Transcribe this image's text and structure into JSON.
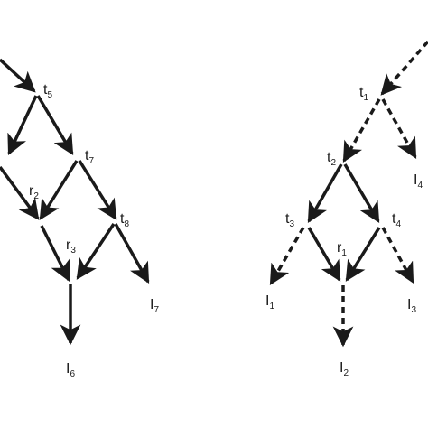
{
  "diagram": {
    "labels": {
      "t5": {
        "base": "t",
        "sub": "5"
      },
      "t7": {
        "base": "t",
        "sub": "7"
      },
      "r2": {
        "base": "r",
        "sub": "2"
      },
      "t8": {
        "base": "t",
        "sub": "8"
      },
      "r3": {
        "base": "r",
        "sub": "3"
      },
      "I7": {
        "base": "I",
        "sub": "7"
      },
      "I6": {
        "base": "I",
        "sub": "6"
      },
      "t1": {
        "base": "t",
        "sub": "1"
      },
      "I4": {
        "base": "I",
        "sub": "4"
      },
      "t2": {
        "base": "t",
        "sub": "2"
      },
      "t3": {
        "base": "t",
        "sub": "3"
      },
      "t4": {
        "base": "t",
        "sub": "4"
      },
      "r1": {
        "base": "r",
        "sub": "1"
      },
      "I1": {
        "base": "I",
        "sub": "1"
      },
      "I3": {
        "base": "I",
        "sub": "3"
      },
      "I2": {
        "base": "I",
        "sub": "2"
      }
    },
    "colors": {
      "stroke": "#1a1a1a",
      "text": "#1a1a1a"
    },
    "solid_edge_style": "solid",
    "dashed_edge_style": "dashed"
  }
}
